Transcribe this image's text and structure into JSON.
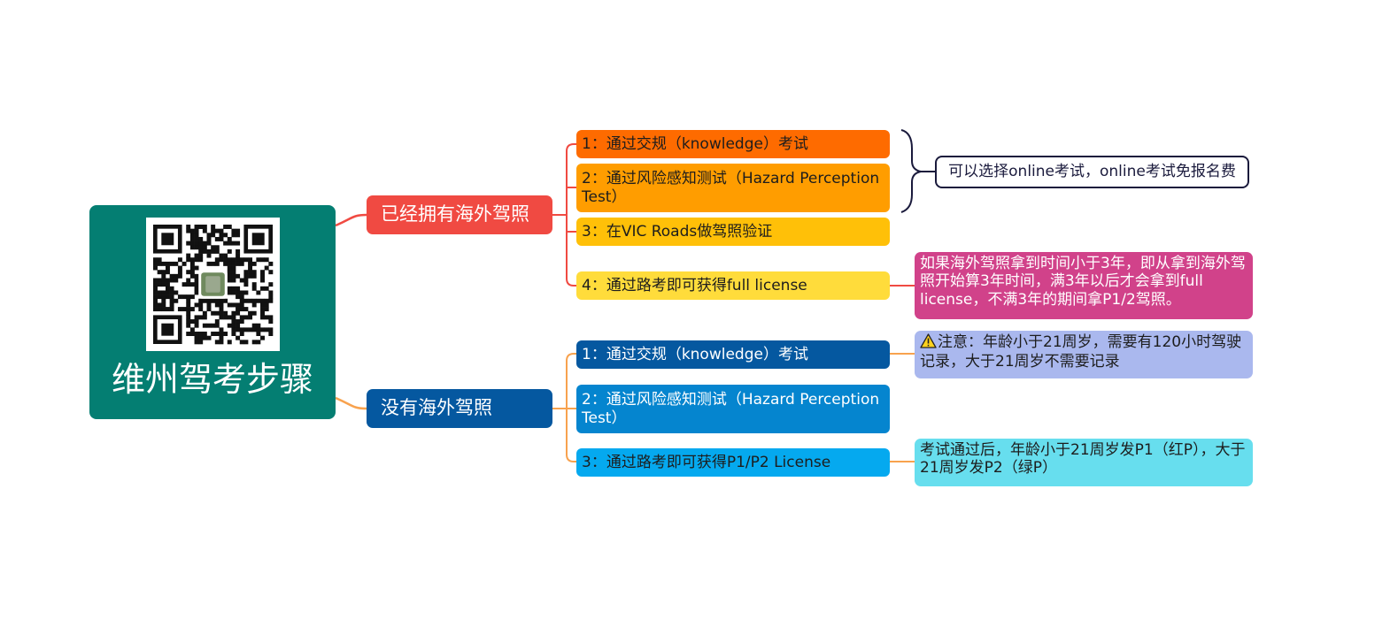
{
  "root": {
    "title": "维州驾考步骤",
    "qr_code": "qr-code-image"
  },
  "branches": [
    {
      "label": "已经拥有海外驾照",
      "color": "#f04a42",
      "steps": [
        {
          "label": "1：通过交规（knowledge）考试",
          "color": "#fe6b00"
        },
        {
          "label": "2：通过风险感知测试（Hazard Perception Test）",
          "color": "#ff9d00"
        },
        {
          "label": "3：在VIC Roads做驾照验证",
          "color": "#ffc008"
        },
        {
          "label": "4：通过路考即可获得full license",
          "color": "#ffdc3b"
        }
      ],
      "bracket_note": "可以选择online考试，online考试免报名费",
      "side_note": {
        "text": "如果海外驾照拿到时间小于3年，即从拿到海外驾照开始算3年时间，满3年以后才会拿到full license，不满3年的期间拿P1/2驾照。",
        "color": "#d1428a"
      }
    },
    {
      "label": "没有海外驾照",
      "color": "#0558a0",
      "steps": [
        {
          "label": "1：通过交规（knowledge）考试",
          "color": "#0558a0"
        },
        {
          "label": "2：通过风险感知测试（Hazard Perception Test）",
          "color": "#0585cf"
        },
        {
          "label": "3：通过路考即可获得P1/P2 License",
          "color": "#05a9ef"
        }
      ],
      "side_notes": [
        {
          "text": "注意：年龄小于21周岁，需要有120小时驾驶记录，大于21周岁不需要记录",
          "icon": "warning-icon",
          "color": "#aab8ee"
        },
        {
          "text": "考试通过后，年龄小于21周岁发P1（红P），大于21周岁发P2（绿P）",
          "color": "#67deee"
        }
      ]
    }
  ]
}
